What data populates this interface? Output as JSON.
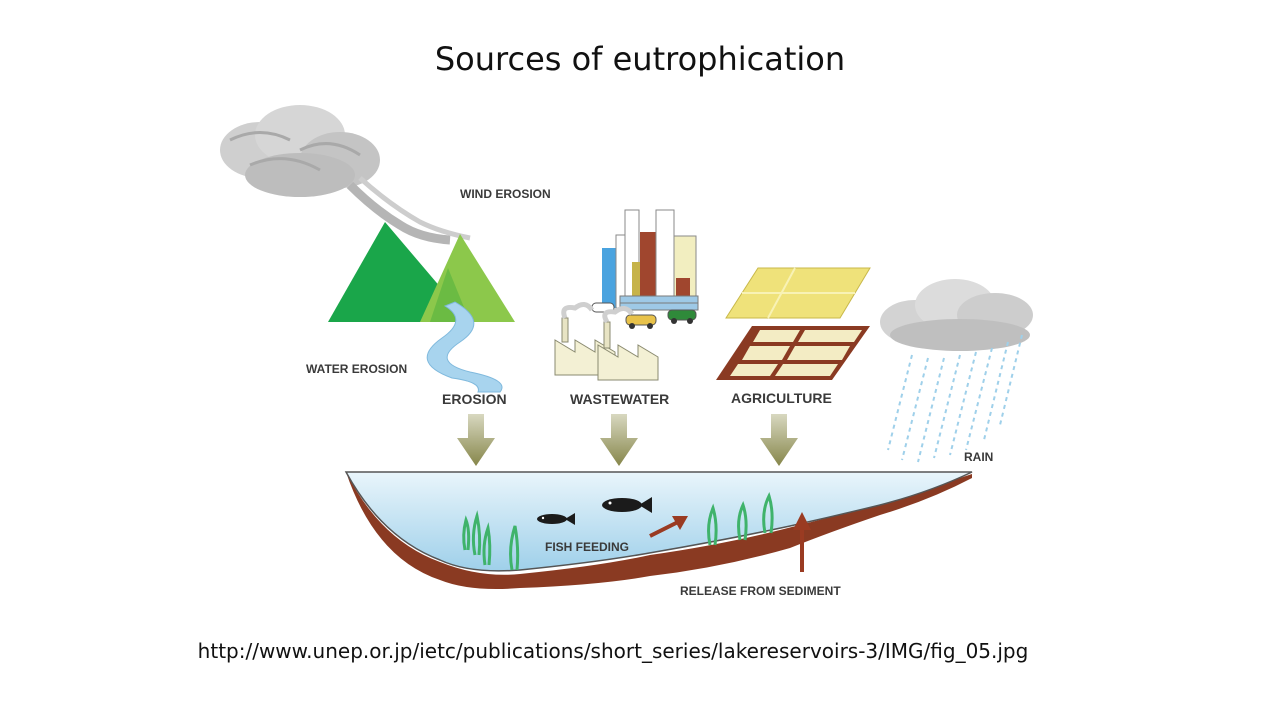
{
  "title": "Sources of eutrophication",
  "source_url": "http://www.unep.or.jp/ietc/publications/short_series/lakereservoirs-3/IMG/fig_05.jpg",
  "labels": {
    "wind_erosion": "WIND EROSION",
    "water_erosion": "WATER EROSION",
    "erosion": "EROSION",
    "wastewater": "WASTEWATER",
    "agriculture": "AGRICULTURE",
    "rain": "RAIN",
    "fish_feeding": "FISH FEEDING",
    "release_from_sediment": "RELEASE FROM SEDIMENT"
  },
  "colors": {
    "mountain_dark": "#1aa64a",
    "mountain_light": "#8cc84b",
    "water": "#c5e3f2",
    "sediment": "#8a3a22",
    "arrow": "#8b8b4a",
    "cloud": "#c9c9c9",
    "field_yellow": "#efe27a",
    "plant": "#3fb36b"
  }
}
